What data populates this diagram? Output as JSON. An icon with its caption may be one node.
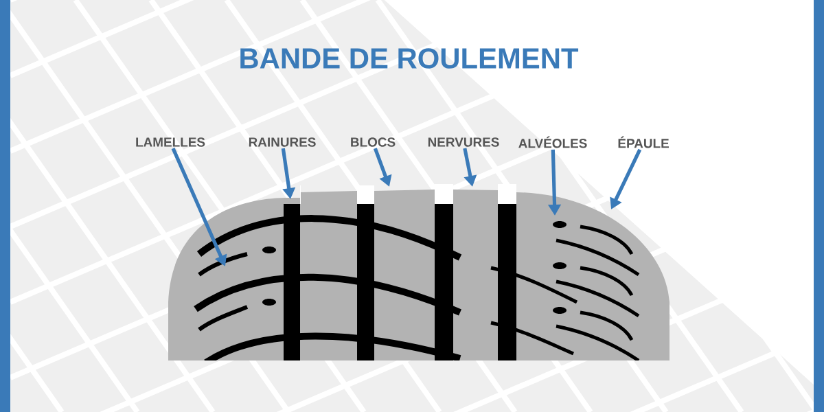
{
  "diagram": {
    "title": "BANDE DE ROULEMENT",
    "nodes": [
      {
        "text": [
          "LAMELLES"
        ]
      },
      {
        "text": [
          "RAINURES"
        ]
      },
      {
        "text": [
          "BLOCS"
        ]
      },
      {
        "text": [
          "NERVURES"
        ]
      },
      {
        "text": [
          "ALVÉOLES"
        ]
      },
      {
        "text": [
          "ÉPAULE"
        ]
      }
    ],
    "edges": [
      {
        "from": 0,
        "to": null,
        "arrow": "to"
      },
      {
        "from": 1,
        "to": null,
        "arrow": "to"
      },
      {
        "from": 2,
        "to": null,
        "arrow": "to"
      },
      {
        "from": 3,
        "to": null,
        "arrow": "to"
      },
      {
        "from": 4,
        "to": null,
        "arrow": "to"
      },
      {
        "from": 5,
        "to": null,
        "arrow": "to"
      }
    ]
  }
}
